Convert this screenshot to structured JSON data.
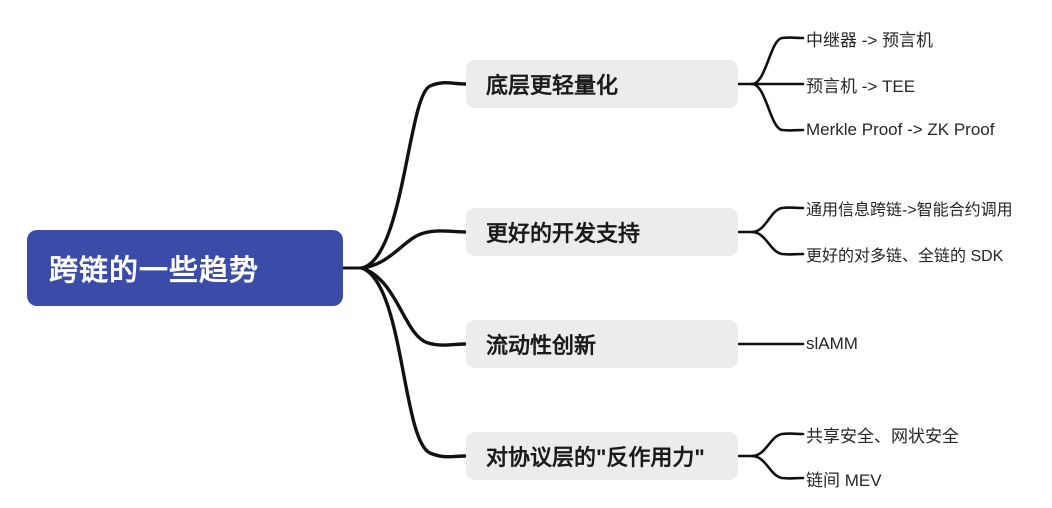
{
  "diagram": {
    "type": "mindmap",
    "title": "跨链的一些趋势",
    "colors": {
      "root_fill": "#3b4ba8",
      "root_text": "#ffffff",
      "branch_fill": "#ececec",
      "branch_text": "#1a1a1a",
      "leaf_text": "#262626",
      "link_stroke": "#111111",
      "background": "#ffffff"
    },
    "root": {
      "label": "跨链的一些趋势"
    },
    "branches": [
      {
        "label": "底层更轻量化",
        "children": [
          {
            "label": "中继器 -> 预言机"
          },
          {
            "label": "预言机 -> TEE"
          },
          {
            "label": "Merkle Proof -> ZK Proof"
          }
        ]
      },
      {
        "label": "更好的开发支持",
        "children": [
          {
            "label": "通用信息跨链->智能合约调用"
          },
          {
            "label": "更好的对多链、全链的 SDK"
          }
        ]
      },
      {
        "label": "流动性创新",
        "children": [
          {
            "label": "slAMM"
          }
        ]
      },
      {
        "label": "对协议层的\"反作用力\"",
        "children": [
          {
            "label": "共享安全、网状安全"
          },
          {
            "label": "链间 MEV"
          }
        ]
      }
    ]
  }
}
